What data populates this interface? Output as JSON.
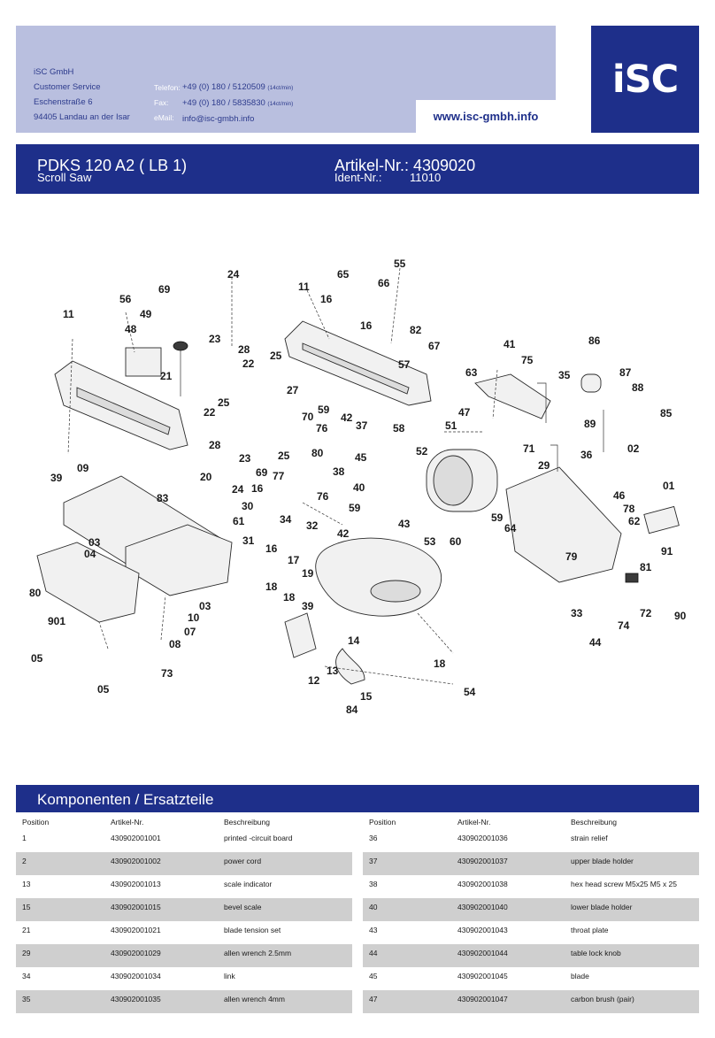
{
  "header": {
    "company_lines": [
      "iSC GmbH",
      "Customer Service",
      "Eschenstraße 6",
      "94405 Landau an der Isar"
    ],
    "contacts": [
      {
        "label": "Telefon:",
        "value": "+49 (0) 180 / 5120509",
        "note": "(14ct/min)"
      },
      {
        "label": "Fax:",
        "value": "+49 (0) 180 / 5835830",
        "note": "(14ct/min)"
      },
      {
        "label": "eMail:",
        "value": "info@isc-gmbh.info",
        "note": ""
      }
    ],
    "url": "www.isc-gmbh.info",
    "logo": "iSC"
  },
  "product": {
    "model": "PDKS 120 A2 ( LB 1)",
    "subtitle": "Scroll Saw",
    "article": "Artikel-Nr.: 4309020",
    "ident_label": "Ident-Nr.:",
    "ident_value": "11010"
  },
  "diagram": {
    "labels": [
      "24",
      "65",
      "55",
      "11",
      "69",
      "56",
      "16",
      "66",
      "49",
      "11",
      "48",
      "82",
      "16",
      "67",
      "86",
      "41",
      "75",
      "23",
      "28",
      "57",
      "25",
      "22",
      "21",
      "63",
      "35",
      "87",
      "88",
      "27",
      "25",
      "70",
      "59",
      "42",
      "85",
      "22",
      "76",
      "37",
      "89",
      "47",
      "58",
      "51",
      "71",
      "02",
      "28",
      "80",
      "36",
      "25",
      "23",
      "45",
      "29",
      "01",
      "39",
      "09",
      "83",
      "20",
      "38",
      "52",
      "24",
      "77",
      "46",
      "16",
      "40",
      "69",
      "78",
      "30",
      "76",
      "59",
      "61",
      "62",
      "34",
      "32",
      "59",
      "60",
      "64",
      "42",
      "31",
      "03",
      "04",
      "16",
      "43",
      "53",
      "79",
      "17",
      "19",
      "81",
      "18",
      "91",
      "80",
      "18",
      "39",
      "10",
      "03",
      "901",
      "33",
      "72",
      "07",
      "14",
      "90",
      "08",
      "74",
      "44",
      "05",
      "73",
      "13",
      "12",
      "18",
      "15",
      "05",
      "84",
      "54"
    ]
  },
  "section_title": "Komponenten / Ersatzteile",
  "table": {
    "headers": [
      "Position",
      "Artikel-Nr.",
      "Beschreibung"
    ],
    "left": [
      [
        "1",
        "430902001001",
        "printed -circuit board"
      ],
      [
        "2",
        "430902001002",
        "power cord"
      ],
      [
        "13",
        "430902001013",
        "scale indicator"
      ],
      [
        "15",
        "430902001015",
        "bevel scale"
      ],
      [
        "21",
        "430902001021",
        "blade tension set"
      ],
      [
        "29",
        "430902001029",
        "allen wrench 2.5mm"
      ],
      [
        "34",
        "430902001034",
        "link"
      ],
      [
        "35",
        "430902001035",
        "allen wrench 4mm"
      ]
    ],
    "right": [
      [
        "36",
        "430902001036",
        "strain relief"
      ],
      [
        "37",
        "430902001037",
        "upper blade holder"
      ],
      [
        "38",
        "430902001038",
        "hex head screw M5x25 M5 x 25"
      ],
      [
        "40",
        "430902001040",
        "lower blade holder"
      ],
      [
        "43",
        "430902001043",
        "throat plate"
      ],
      [
        "44",
        "430902001044",
        "table lock knob"
      ],
      [
        "45",
        "430902001045",
        "blade"
      ],
      [
        "47",
        "430902001047",
        "carbon brush (pair)"
      ]
    ]
  },
  "colors": {
    "brand_blue": "#1e2f8a",
    "light_blue": "#b9bfdf",
    "row_shade": "#cfcfcf"
  }
}
